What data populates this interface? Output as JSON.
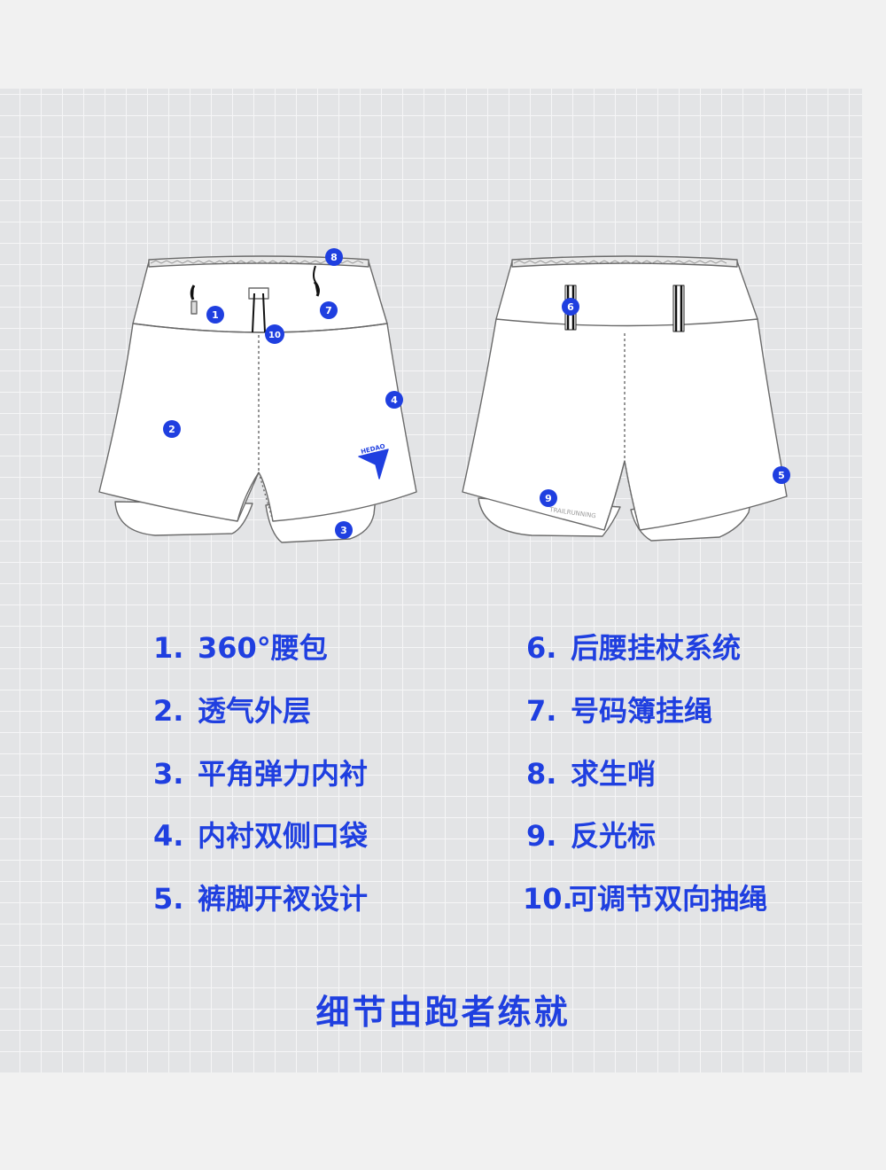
{
  "colors": {
    "accent": "#1f3fe0",
    "panel": "#e3e4e6",
    "outer": "#f1f1f1"
  },
  "callouts": {
    "front": [
      "1",
      "2",
      "3",
      "4",
      "7",
      "8",
      "10"
    ],
    "back": [
      "5",
      "6",
      "9"
    ]
  },
  "garment": {
    "logo_text": "HEDAO",
    "reflective_text": "TRAILRUNNING"
  },
  "features": [
    {
      "num": "1.",
      "label": "360°腰包"
    },
    {
      "num": "2.",
      "label": "透气外层"
    },
    {
      "num": "3.",
      "label": "平角弹力内衬"
    },
    {
      "num": "4.",
      "label": "内衬双侧口袋"
    },
    {
      "num": "5.",
      "label": "裤脚开衩设计"
    },
    {
      "num": "6.",
      "label": "后腰挂杖系统"
    },
    {
      "num": "7.",
      "label": "号码簿挂绳"
    },
    {
      "num": "8.",
      "label": "求生哨"
    },
    {
      "num": "9.",
      "label": "反光标"
    },
    {
      "num": "10.",
      "label": "可调节双向抽绳"
    }
  ],
  "tagline": "细节由跑者练就"
}
